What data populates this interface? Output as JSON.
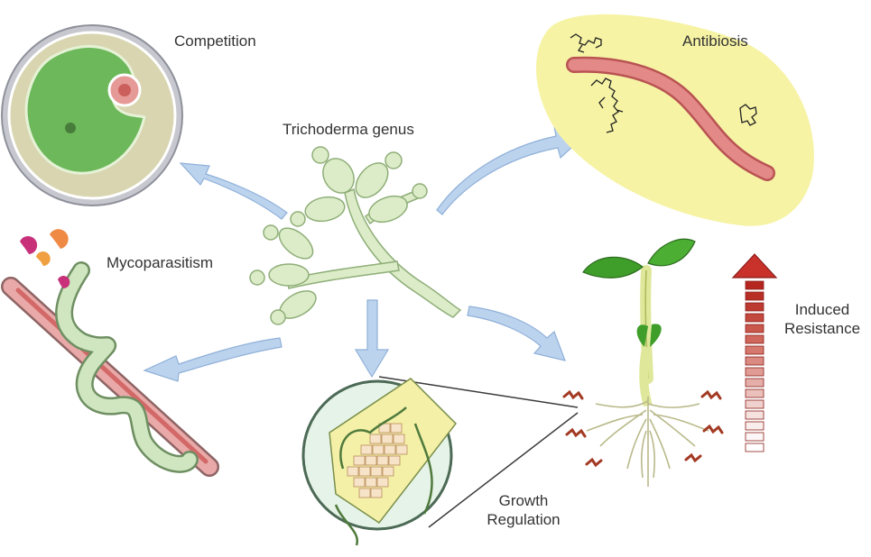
{
  "diagram": {
    "center_label": "Trichoderma genus",
    "mechanisms": {
      "competition": "Competition",
      "antibiosis": "Antibiosis",
      "mycoparasitism": "Mycoparasitism",
      "growth_regulation_line1": "Growth",
      "growth_regulation_line2": "Regulation",
      "induced_resistance_line1": "Induced",
      "induced_resistance_line2": "Resistance"
    },
    "colors": {
      "arrow": "#bcd3ee",
      "arrow_stroke": "#8fb0d8",
      "hyphae": "#dcecc8",
      "hyphae_stroke": "#8fae78",
      "pathogen": "#d9706f",
      "petri_fill": "#d8d5b0",
      "colony": "#6cb85a",
      "antibiosis_bg": "#f6f3a4",
      "resistance_arrow": "#c9312b",
      "leaf": "#3f9d2a",
      "stem": "#dfe89a"
    },
    "icons": [
      "petri-dish-icon",
      "pathogen-hypha-icon",
      "antibiotic-molecule-icon",
      "seedling-icon",
      "root-cross-section-icon",
      "resistance-arrow-icon"
    ]
  }
}
